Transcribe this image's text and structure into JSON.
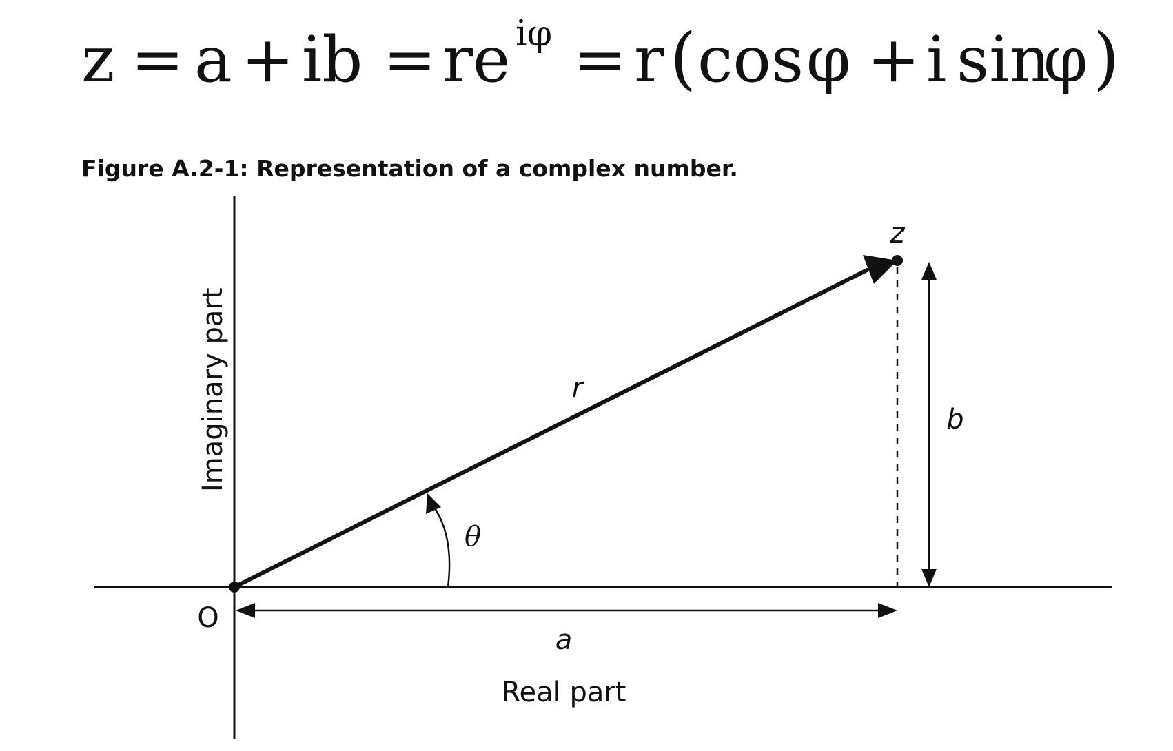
{
  "formula": {
    "z": "z",
    "eq1": "=",
    "a": "a",
    "plus1": "+",
    "ib": "ib",
    "eq2": "=",
    "re": "re",
    "exp": "iφ",
    "eq3": "=",
    "r": "r",
    "open_paren": "(",
    "cos": "cos",
    "phi1": "φ",
    "plus2": "+",
    "i": "i",
    "sin": "sin",
    "phi2": "φ",
    "close_paren": ")"
  },
  "caption": "Figure A.2-1: Representation of a complex number.",
  "diagram": {
    "y_axis_label": "Imaginary part",
    "x_axis_label": "Real part",
    "origin_label": "O",
    "point_label": "z",
    "vector_label": "r",
    "angle_label": "θ",
    "horizontal_label": "a",
    "vertical_label": "b",
    "stroke_color": "#111111"
  }
}
